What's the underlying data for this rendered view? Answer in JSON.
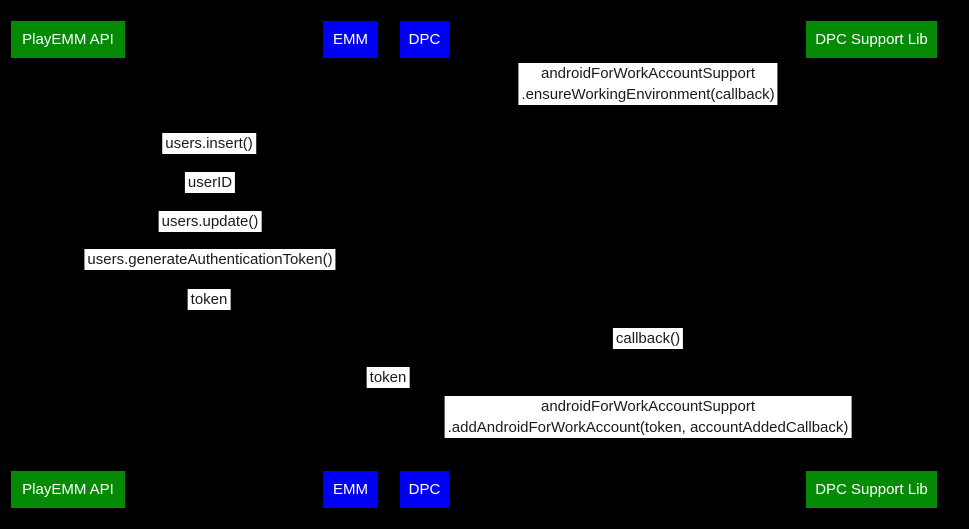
{
  "diagram": {
    "type": "sequence-diagram",
    "colors": {
      "background": "#000000",
      "green": "#048a04",
      "blue": "#0000f5",
      "actor_text": "#ffffff",
      "label_bg": "#ffffff",
      "label_text": "#1a1a1a"
    },
    "actors": {
      "playemm_api": {
        "label": "PlayEMM API"
      },
      "emm": {
        "label": "EMM"
      },
      "dpc": {
        "label": "DPC"
      },
      "dpc_support_lib": {
        "label": "DPC Support Lib"
      }
    },
    "messages": [
      {
        "id": "ensure-working-environment",
        "lines": [
          "androidForWorkAccountSupport",
          ".ensureWorkingEnvironment(callback)"
        ]
      },
      {
        "id": "users-insert",
        "lines": [
          "users.insert()"
        ]
      },
      {
        "id": "user-id",
        "lines": [
          "userID"
        ]
      },
      {
        "id": "users-update",
        "lines": [
          "users.update()"
        ]
      },
      {
        "id": "users-generate-authentication-token",
        "lines": [
          "users.generateAuthenticationToken()"
        ]
      },
      {
        "id": "token-return",
        "lines": [
          "token"
        ]
      },
      {
        "id": "callback",
        "lines": [
          "callback()"
        ]
      },
      {
        "id": "token-forward",
        "lines": [
          "token"
        ]
      },
      {
        "id": "add-android-for-work-account",
        "lines": [
          "androidForWorkAccountSupport",
          ".addAndroidForWorkAccount(token, accountAddedCallback)"
        ]
      }
    ]
  }
}
